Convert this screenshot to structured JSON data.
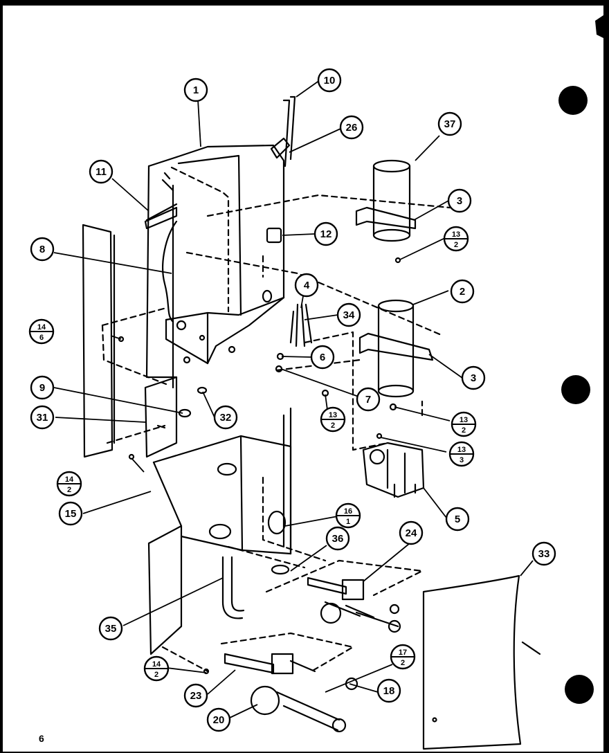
{
  "page_number": "6",
  "callouts": [
    {
      "id": "1",
      "label": "1"
    },
    {
      "id": "10",
      "label": "10"
    },
    {
      "id": "26",
      "label": "26"
    },
    {
      "id": "37",
      "label": "37"
    },
    {
      "id": "11",
      "label": "11"
    },
    {
      "id": "3a",
      "label": "3"
    },
    {
      "id": "12",
      "label": "12"
    },
    {
      "id": "8",
      "label": "8"
    },
    {
      "id": "4",
      "label": "4"
    },
    {
      "id": "2",
      "label": "2"
    },
    {
      "id": "34",
      "label": "34"
    },
    {
      "id": "6",
      "label": "6"
    },
    {
      "id": "3b",
      "label": "3"
    },
    {
      "id": "9",
      "label": "9"
    },
    {
      "id": "7",
      "label": "7"
    },
    {
      "id": "31",
      "label": "31"
    },
    {
      "id": "32",
      "label": "32"
    },
    {
      "id": "5",
      "label": "5"
    },
    {
      "id": "15",
      "label": "15"
    },
    {
      "id": "24",
      "label": "24"
    },
    {
      "id": "36",
      "label": "36"
    },
    {
      "id": "33",
      "label": "33"
    },
    {
      "id": "35",
      "label": "35"
    },
    {
      "id": "18",
      "label": "18"
    },
    {
      "id": "23",
      "label": "23"
    },
    {
      "id": "20",
      "label": "20"
    }
  ],
  "fraction_callouts": [
    {
      "id": "13-2a",
      "top": "13",
      "bottom": "2"
    },
    {
      "id": "14-6",
      "top": "14",
      "bottom": "6"
    },
    {
      "id": "13-2b",
      "top": "13",
      "bottom": "2"
    },
    {
      "id": "13-2c",
      "top": "13",
      "bottom": "2"
    },
    {
      "id": "13-3",
      "top": "13",
      "bottom": "3"
    },
    {
      "id": "14-2a",
      "top": "14",
      "bottom": "2"
    },
    {
      "id": "16-1",
      "top": "16",
      "bottom": "1"
    },
    {
      "id": "17-2",
      "top": "17",
      "bottom": "2"
    },
    {
      "id": "14-2b",
      "top": "14",
      "bottom": "2"
    }
  ]
}
